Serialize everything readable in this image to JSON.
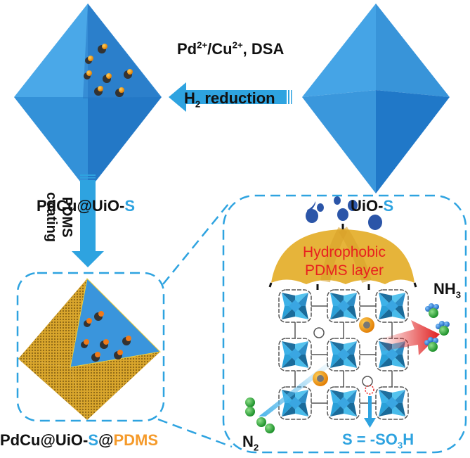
{
  "figure": {
    "title": "Synthesis of PdCu@UiO-S@PDMS and hydrophobic N2-to-NH3 conversion scheme",
    "colors": {
      "mof_blue": "#2f8fd6",
      "arrow_blue": "#2ea3e0",
      "pdms_gold": "#e6b43a",
      "label_red": "#e8211f",
      "label_orange": "#f59a2a",
      "water_drop": "#2b55a8",
      "n2_green": "#2aa33a",
      "nh3_h_blue": "#2b7fd6",
      "product_arrow_red": "#e02020"
    }
  },
  "step1": {
    "reagents_prefix": "Pd",
    "reagents_sup1": "2+",
    "reagents_mid": "/Cu",
    "reagents_sup2": "2+",
    "reagents_suffix": ", DSA",
    "condition_prefix": "H",
    "condition_sub": "2",
    "condition_suffix": " reduction"
  },
  "step2": {
    "line1": "PDMS",
    "line2": "coating"
  },
  "materials": {
    "start_main": "UiO-",
    "start_s": "S",
    "intermediate_main": "PdCu@UiO-",
    "intermediate_s": "S",
    "final_main": "PdCu@UiO-",
    "final_s": "S",
    "final_at": "@",
    "final_pdms": "PDMS"
  },
  "zoom_panel": {
    "umbrella_line1": "Hydrophobic",
    "umbrella_line2": "PDMS layer",
    "product_main": "NH",
    "product_sub": "3",
    "reactant_main": "N",
    "reactant_sub": "2",
    "legend_prefix": "S = -SO",
    "legend_sub": "3",
    "legend_suffix": "H"
  }
}
